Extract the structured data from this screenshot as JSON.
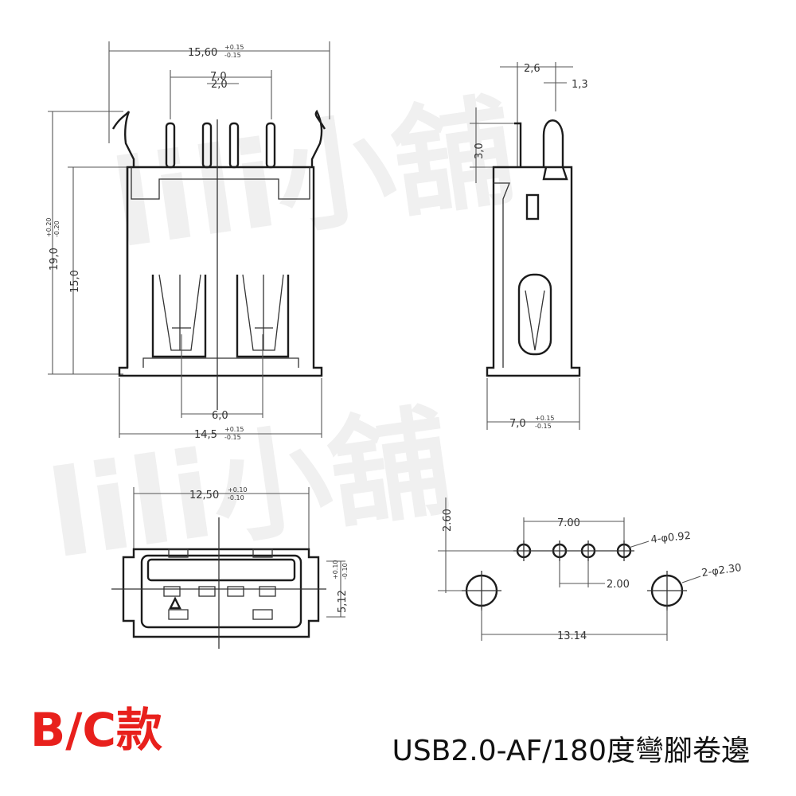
{
  "title": {
    "variant": "B/C款",
    "description": "USB2.0-AF/180度彎腳卷邊"
  },
  "watermark": {
    "text": "lili小舖"
  },
  "front_view": {
    "overall_width": "15,60",
    "overall_width_tol_plus": "+0.15",
    "overall_width_tol_minus": "-0.15",
    "pin_span": "7,0",
    "pin_pitch": "2,0",
    "total_height": "19,0",
    "total_height_tol_plus": "+0.20",
    "total_height_tol_minus": "-0.20",
    "body_height": "15,0",
    "contact_spacing": "6,0",
    "body_width": "14,5",
    "body_width_tol_plus": "+0.15",
    "body_width_tol_minus": "-0.15"
  },
  "side_view": {
    "lead_offset": "2,6",
    "lead_thickness": "1,3",
    "lead_length": "3,0",
    "depth": "7,0",
    "depth_tol_plus": "+0.15",
    "depth_tol_minus": "-0.15"
  },
  "top_view": {
    "width": "12,50",
    "width_tol_plus": "+0.10",
    "width_tol_minus": "-0.10",
    "height": "5,12",
    "height_tol_plus": "+0.10",
    "height_tol_minus": "-0.10"
  },
  "footprint": {
    "pin_row_offset": "2.60",
    "pin_span": "7.00",
    "pin_holes": "4-φ0.92",
    "pitch": "2.00",
    "mount_holes": "2-φ2.30",
    "mount_span": "13.14"
  }
}
